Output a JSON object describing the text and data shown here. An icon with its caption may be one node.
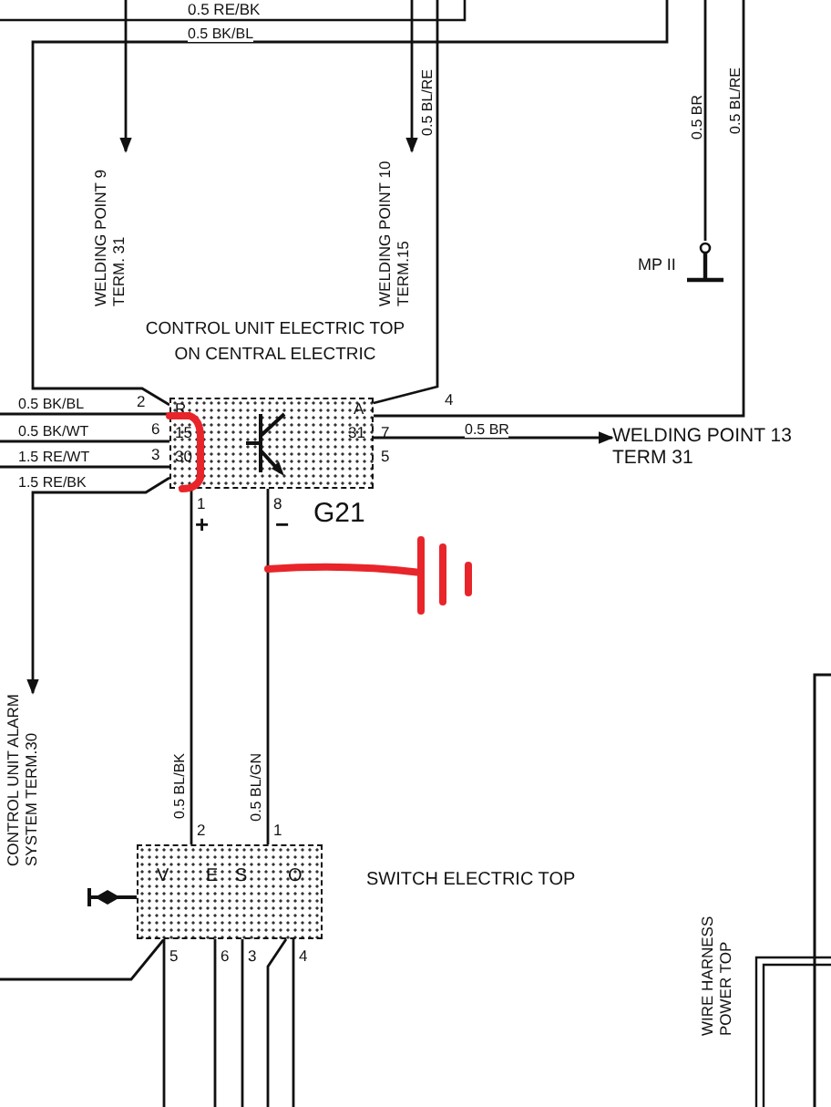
{
  "diagram": {
    "nodes": [
      {
        "text": [
          "CONTROL UNIT ELECTRIC TOP ON CENTRAL ELECTRIC"
        ],
        "beside": [
          "G21"
        ]
      },
      {
        "text": [
          "WELDING POINT 9 TERM. 31"
        ]
      },
      {
        "text": [
          "WELDING POINT 10 TERM.15"
        ]
      },
      {
        "text": [
          "MP II"
        ]
      },
      {
        "text": [
          "WELDING POINT 13 TERM 31"
        ]
      },
      {
        "text": [
          "CONTROL UNIT ALARM SYSTEM TERM.30"
        ]
      },
      {
        "text": [
          "SWITCH ELECTRIC TOP"
        ]
      },
      {
        "text": [
          "WIRE HARNESS POWER TOP"
        ]
      }
    ],
    "edges": [
      {
        "from": null,
        "to": 1,
        "arrow": "to"
      },
      {
        "from": null,
        "to": 2,
        "arrow": "to"
      },
      {
        "from": null,
        "to": 3,
        "arrow": "none",
        "label": "0.5 BR"
      },
      {
        "from": 0,
        "to": 4,
        "arrow": "to",
        "label": "0.5 BR"
      },
      {
        "from": 0,
        "to": 5,
        "arrow": "to",
        "label": "1.5 RE/BK"
      },
      {
        "from": 0,
        "to": 6,
        "arrow": "none",
        "label": "0.5 BL/BK"
      },
      {
        "from": 0,
        "to": 6,
        "arrow": "none",
        "label": "0.5 BL/GN"
      },
      {
        "from": null,
        "to": 0,
        "arrow": "none",
        "label": "0.5 BL/RE"
      },
      {
        "from": null,
        "to": 0,
        "arrow": "none",
        "label": "0.5 BL/RE"
      },
      {
        "from": null,
        "to": 0,
        "arrow": "none",
        "label": "0.5 BK/BL"
      },
      {
        "from": 0,
        "to": null,
        "arrow": "none",
        "label": "0.5 BK/BL"
      },
      {
        "from": 0,
        "to": null,
        "arrow": "none",
        "label": "0.5 BK/WT"
      },
      {
        "from": 0,
        "to": null,
        "arrow": "none",
        "label": "1.5 RE/WT"
      },
      {
        "from": 6,
        "to": null,
        "arrow": "none"
      },
      {
        "from": 6,
        "to": null,
        "arrow": "none"
      },
      {
        "from": 6,
        "to": null,
        "arrow": "none"
      },
      {
        "from": 6,
        "to": null,
        "arrow": "none"
      },
      {
        "from": 6,
        "to": null,
        "arrow": "none"
      },
      {
        "from": 6,
        "to": null,
        "arrow": "none"
      }
    ],
    "labels": [
      "0.5 RE/BK",
      "2",
      "R",
      "A",
      "4",
      "6",
      "15",
      "31",
      "7",
      "3",
      "30",
      "5",
      "1",
      "8",
      "+",
      "−",
      "2",
      "1",
      "V",
      "E",
      "S",
      "O",
      "5",
      "6",
      "3",
      "4"
    ]
  }
}
